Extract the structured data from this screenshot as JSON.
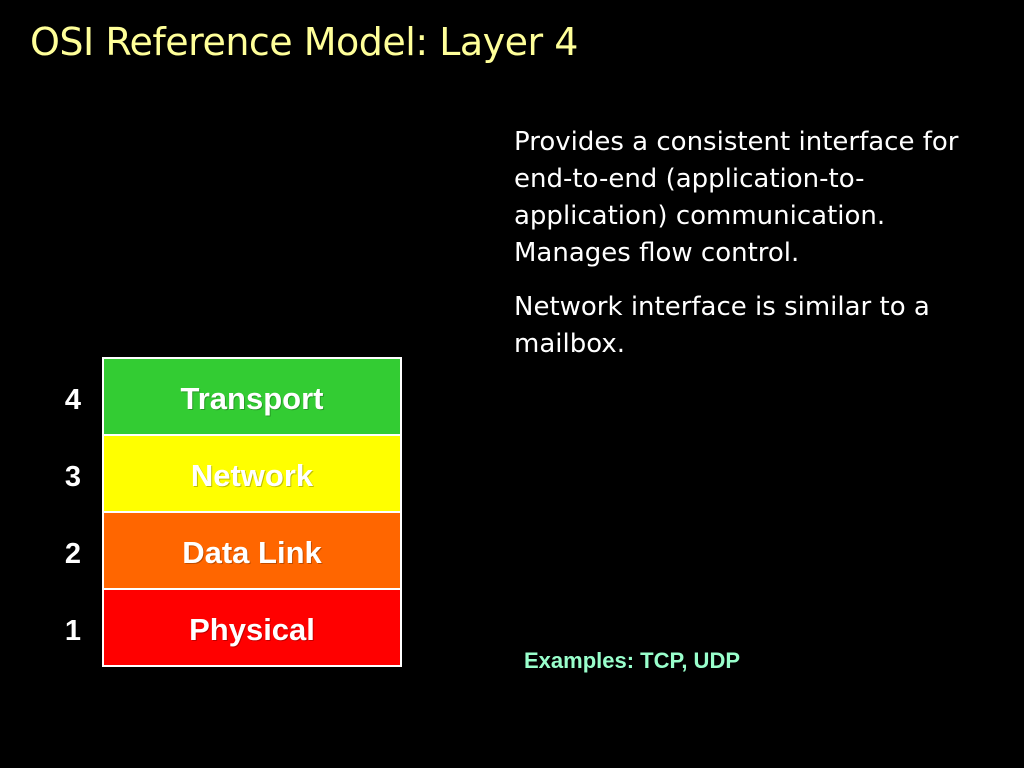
{
  "title": "OSI Reference Model: Layer 4",
  "layers": [
    {
      "number": "4",
      "name": "Transport",
      "color": "#33cc33"
    },
    {
      "number": "3",
      "name": "Network",
      "color": "#ffff00"
    },
    {
      "number": "2",
      "name": "Data Link",
      "color": "#ff6600"
    },
    {
      "number": "1",
      "name": "Physical",
      "color": "#ff0000"
    }
  ],
  "description": {
    "paragraph1": "Provides a consistent interface for end-to-end (application-to-application) communication. Manages flow control.",
    "paragraph2": "Network interface is similar to a mailbox."
  },
  "examples": "Examples: TCP, UDP",
  "colors": {
    "background": "#000000",
    "title": "#ffff99",
    "examples": "#99ffcc",
    "border": "#ffffff"
  }
}
